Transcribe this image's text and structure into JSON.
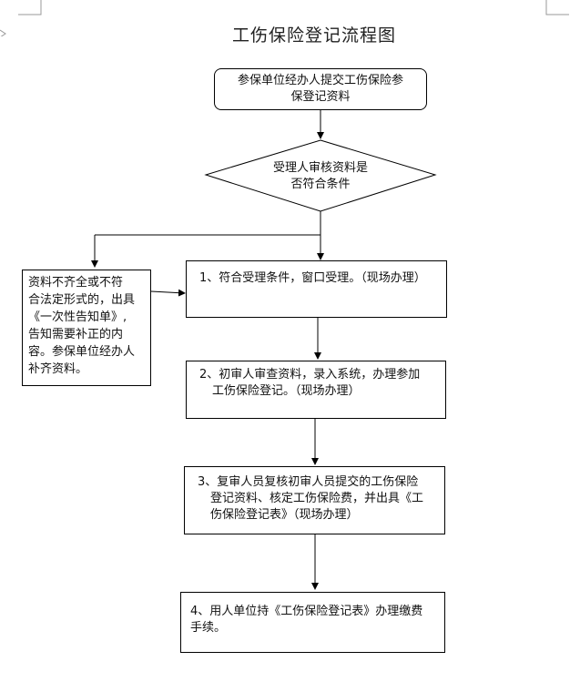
{
  "diagram": {
    "title": "工伤保险登记流程图",
    "start": {
      "line1": "参保单位经办人提交工伤保险参",
      "line2": "保登记资料"
    },
    "decision": {
      "line1": "受理人审核资料是",
      "line2": "否符合条件"
    },
    "reject_box": {
      "line1": "资料不齐全或不符",
      "line2": "合法定形式的，出具",
      "line3": "《一次性告知单》,",
      "line4": "告知需要补正的内",
      "line5": "容。参保单位经办人",
      "line6": "补齐资料。"
    },
    "step1": {
      "line1": "1、符合受理条件，窗口受理。（现场办理）"
    },
    "step2": {
      "line1": "2、初审人审查资料，录入系统，办理参加",
      "line2": "工伤保险登记。（现场办理）"
    },
    "step3": {
      "line1": "3、复审人员复核初审人员提交的工伤保险",
      "line2": "登记资料、核定工伤保险费，并出具《工",
      "line3": "伤保险登记表》（现场办理）"
    },
    "step4": {
      "line1": "4、用人单位持《工伤保险登记表》办理缴费",
      "line2": "手续。"
    }
  }
}
